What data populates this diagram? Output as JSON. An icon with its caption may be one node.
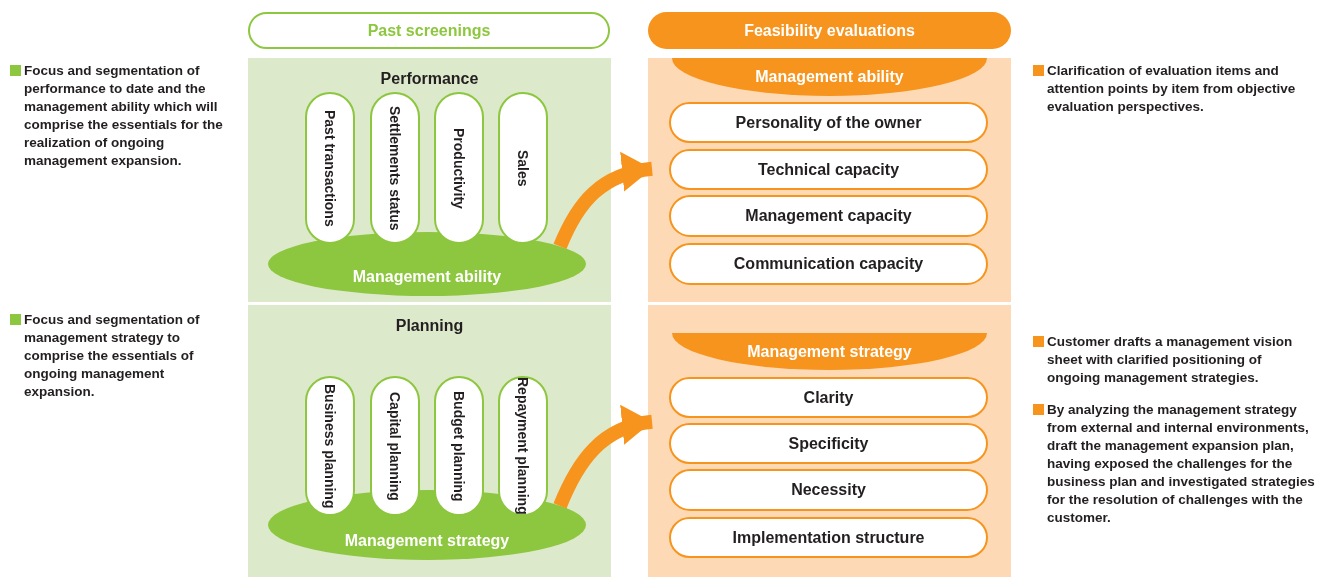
{
  "diagram": {
    "nodes": [
      {
        "text": [
          "Past screenings"
        ]
      },
      {
        "text": [
          "Feasibility evaluations"
        ]
      },
      {
        "text": [
          "Performance"
        ]
      },
      {
        "text": [
          "Past transactions"
        ],
        "in": 2
      },
      {
        "text": [
          "Settlements status"
        ],
        "in": 2
      },
      {
        "text": [
          "Productivity"
        ],
        "in": 2
      },
      {
        "text": [
          "Sales"
        ],
        "in": 2
      },
      {
        "text": [
          "Management ability"
        ],
        "in": 2
      },
      {
        "text": [],
        "shape": "box"
      },
      {
        "text": [
          "Management ability"
        ],
        "in": 8
      },
      {
        "text": [
          "Personality of the owner"
        ],
        "in": 8
      },
      {
        "text": [
          "Technical capacity"
        ],
        "in": 8
      },
      {
        "text": [
          "Management capacity"
        ],
        "in": 8
      },
      {
        "text": [
          "Communication capacity"
        ],
        "in": 8
      },
      {
        "text": [
          "Planning"
        ]
      },
      {
        "text": [
          "Business planning"
        ],
        "in": 14
      },
      {
        "text": [
          "Capital planning"
        ],
        "in": 14
      },
      {
        "text": [
          "Budget planning"
        ],
        "in": 14
      },
      {
        "text": [
          "Repayment planning"
        ],
        "in": 14
      },
      {
        "text": [
          "Management strategy"
        ],
        "in": 14
      },
      {
        "text": [],
        "shape": "box"
      },
      {
        "text": [
          "Management strategy"
        ],
        "in": 20
      },
      {
        "text": [
          "Clarity"
        ],
        "in": 20
      },
      {
        "text": [
          "Specificity"
        ],
        "in": 20
      },
      {
        "text": [
          "Necessity"
        ],
        "in": 20
      },
      {
        "text": [
          "Implementation structure"
        ],
        "in": 20
      }
    ],
    "edges": [
      {
        "from": 7,
        "to": 8,
        "arrow": "to"
      },
      {
        "from": 19,
        "to": 20,
        "arrow": "to"
      }
    ],
    "labels": [
      "Focus and segmentation of performance to date and the management ability which will comprise the essentials for the realization of ongoing management expansion.",
      "Clarification of evaluation items and attention points by item from objective evaluation perspectives.",
      "Focus and segmentation of management strategy to comprise the essentials of ongoing management expansion.",
      "Customer drafts a management vision sheet with clarified positioning of ongoing management strategies.",
      "By analyzing the management strategy from external and internal environments, draft the management expansion plan, having exposed the challenges for the business plan and investigated strategies for the resolution of challenges with the customer."
    ]
  }
}
